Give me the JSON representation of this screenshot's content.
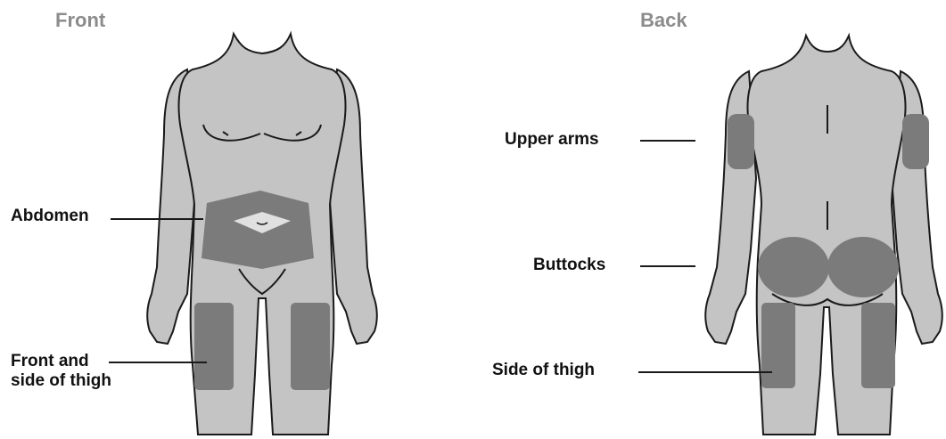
{
  "views": {
    "front_title": "Front",
    "back_title": "Back"
  },
  "labels": {
    "abdomen": "Abdomen",
    "front_thigh_line1": "Front and",
    "front_thigh_line2": "side of thigh",
    "upper_arms": "Upper arms",
    "buttocks": "Buttocks",
    "side_thigh": "Side of thigh"
  },
  "colors": {
    "background": "#ffffff",
    "body_fill": "#c4c4c4",
    "body_outline": "#1a1a1a",
    "injection_zone": "#7b7b7b",
    "title_text": "#8c8c8c",
    "label_text": "#111111"
  }
}
